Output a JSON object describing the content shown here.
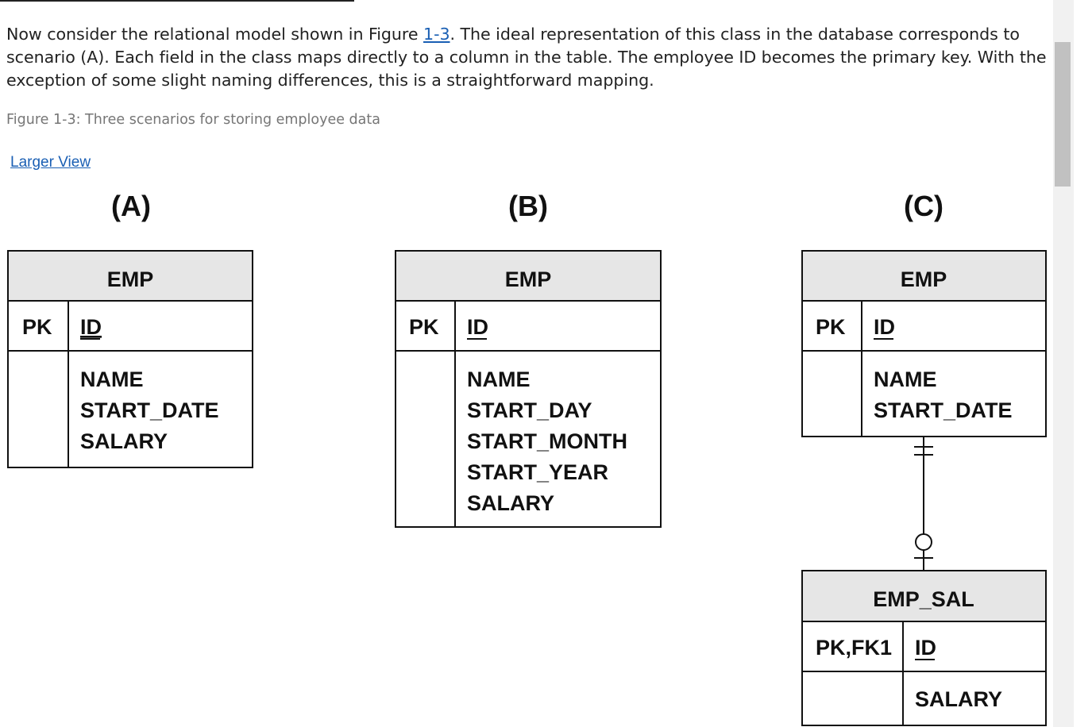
{
  "article": {
    "para_part1": "Now consider the relational model shown in Figure ",
    "figure_link": "1-3",
    "para_part2": ". The ideal representation of this class in the database corresponds to scenario (A). Each field in the class maps directly to a column in the table. The employee ID becomes the primary key. With the exception of some slight naming differences, this is a straightforward mapping.",
    "caption": "Figure 1-3: Three scenarios for storing employee data",
    "larger_view": "Larger View"
  },
  "figure": {
    "scenario_a": {
      "label": "(A)",
      "table": "EMP",
      "key_label": "PK",
      "key_field": "ID",
      "fields": [
        "NAME",
        "START_DATE",
        "SALARY"
      ]
    },
    "scenario_b": {
      "label": "(B)",
      "table": "EMP",
      "key_label": "PK",
      "key_field": "ID",
      "fields": [
        "NAME",
        "START_DAY",
        "START_MONTH",
        "START_YEAR",
        "SALARY"
      ]
    },
    "scenario_c": {
      "label": "(C)",
      "table": "EMP",
      "key_label": "PK",
      "key_field": "ID",
      "fields": [
        "NAME",
        "START_DATE"
      ],
      "child_table": "EMP_SAL",
      "child_key_label": "PK,FK1",
      "child_key_field": "ID",
      "child_fields": [
        "SALARY"
      ]
    }
  },
  "colors": {
    "link": "#1a5fb4",
    "text": "#222222",
    "caption": "#767676",
    "table_header_bg": "#e6e6e6",
    "scrollbar_thumb": "#c1c1c1"
  }
}
